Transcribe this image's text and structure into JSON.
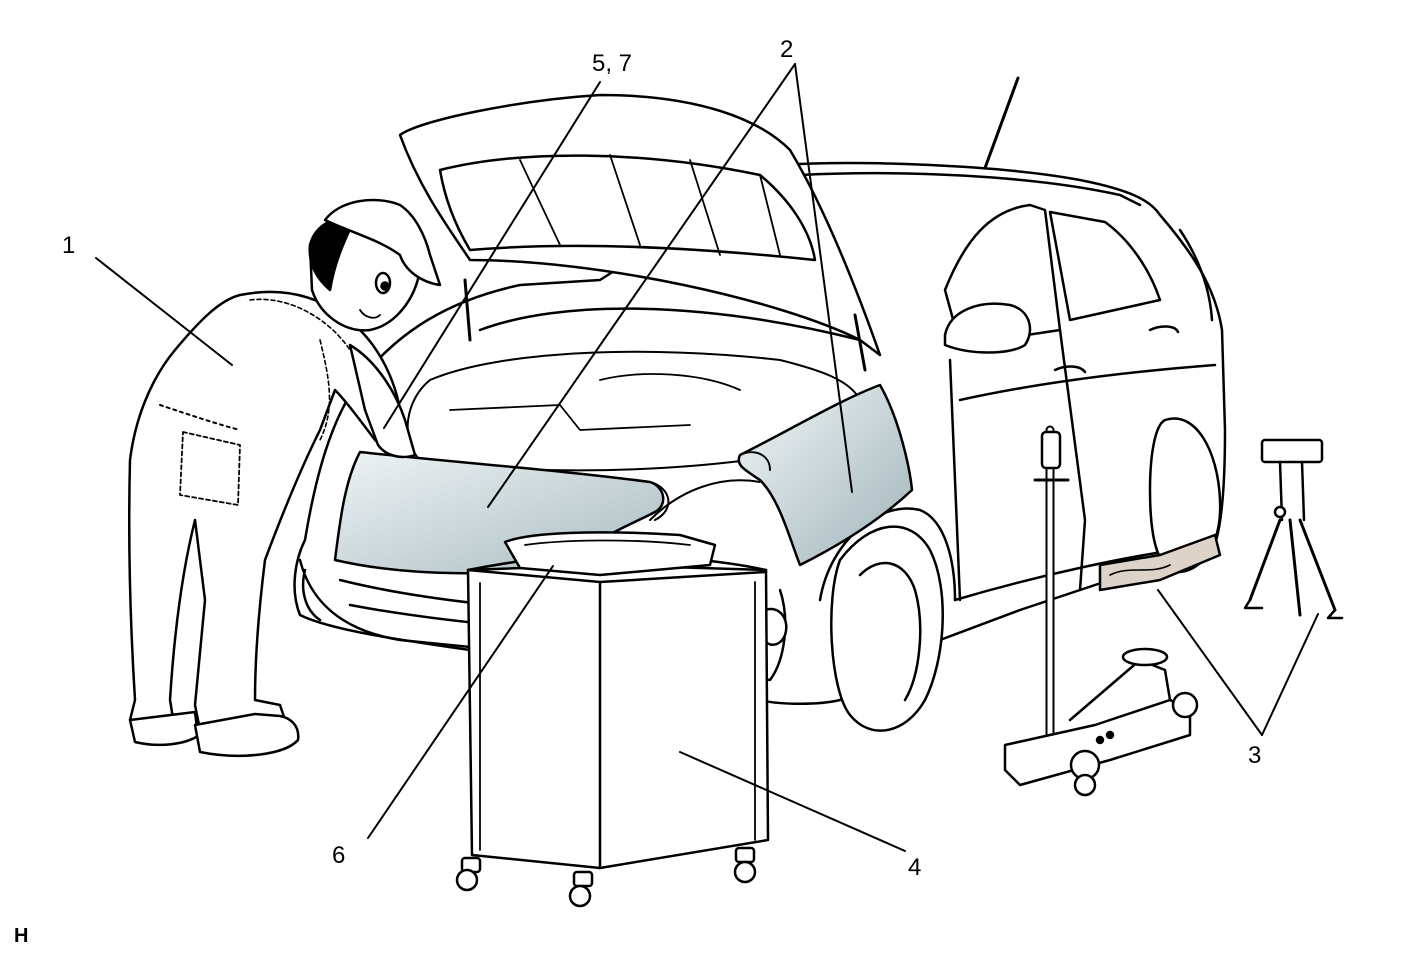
{
  "labels": {
    "technician": "1",
    "covers": "2",
    "blocks_and_stands": "3",
    "tool_cart": "4",
    "hood_area": "5, 7",
    "parts_tray": "6",
    "corner_mark": "H"
  },
  "colors": {
    "line": "#000000",
    "fill": "#ffffff",
    "cover_light": "#eef3f4",
    "cover_dark": "#a9bcc1"
  }
}
